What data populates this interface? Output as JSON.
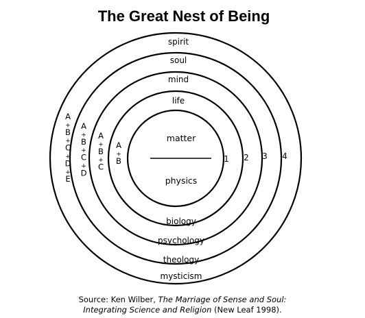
{
  "title": "The Great Nest of Being",
  "core": {
    "top_label": "matter",
    "bottom_label": "physics"
  },
  "rings": [
    {
      "level": "1",
      "top_label": "life",
      "bottom_label": "biology",
      "column": [
        "A",
        "+",
        "B"
      ]
    },
    {
      "level": "2",
      "top_label": "mind",
      "bottom_label": "psychology",
      "column": [
        "A",
        "+",
        "B",
        "+",
        "C"
      ]
    },
    {
      "level": "3",
      "top_label": "soul",
      "bottom_label": "theology",
      "column": [
        "A",
        "+",
        "B",
        "+",
        "C",
        "+",
        "D"
      ]
    },
    {
      "level": "4",
      "top_label": "spirit",
      "bottom_label": "mysticism",
      "column": [
        "A",
        "+",
        "B",
        "+",
        "C",
        "+",
        "D",
        "+",
        "E"
      ]
    }
  ],
  "source": {
    "prefix": "Source: Ken Wilber, ",
    "book_part1": "The Marriage of Sense and Soul:",
    "book_part2": "Integrating Science and Religion",
    "suffix": " (New Leaf 1998)."
  }
}
